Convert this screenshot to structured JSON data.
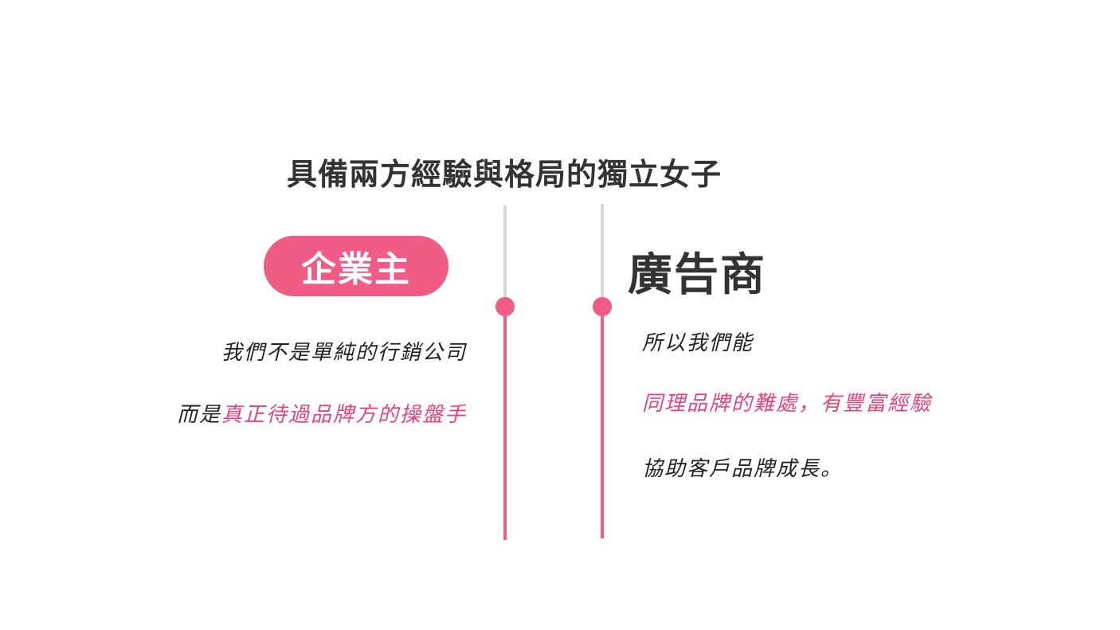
{
  "headline": "具備兩方經驗與格局的獨立女子",
  "left": {
    "badge_label": "企業主",
    "line1": "我們不是單純的行銷公司",
    "line2_prefix": "而是",
    "line2_highlight": "真正待過品牌方的操盤手"
  },
  "right": {
    "title": "廣告商",
    "line1": "所以我們能",
    "line2": "同理品牌的難處，有豐富經驗",
    "line3": "協助客戶品牌成長。"
  },
  "colors": {
    "accent": "#f05c86",
    "highlight_text": "#e8437a",
    "title_text": "#333333",
    "timeline_grey": "#d8d8dc"
  }
}
